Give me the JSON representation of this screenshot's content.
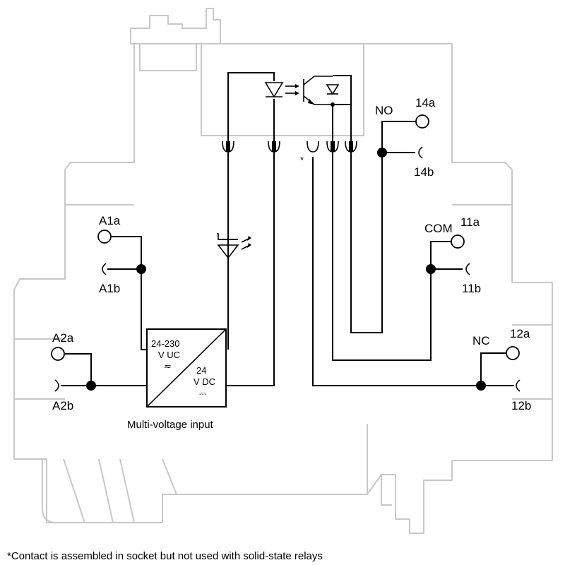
{
  "terminals": {
    "a1a": "A1a",
    "a1b": "A1b",
    "a2a": "A2a",
    "a2b": "A2b",
    "t14a": "14a",
    "t14b": "14b",
    "t11a": "11a",
    "t11b": "11b",
    "t12a": "12a",
    "t12b": "12b"
  },
  "contacts": {
    "no": "NO",
    "com": "COM",
    "nc": "NC"
  },
  "converter": {
    "input_range": "24-230",
    "input_unit": "V UC",
    "input_symbol": "≂",
    "output_value": "24",
    "output_unit": "V DC",
    "output_symbol": "⎓"
  },
  "unused_marker": "*",
  "caption_input": "Multi-voltage input",
  "footnote": "*Contact is assembled in socket but not used with solid-state relays"
}
